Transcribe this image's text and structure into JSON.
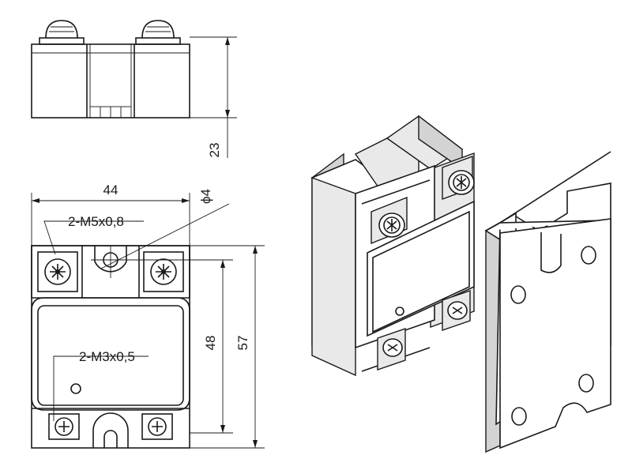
{
  "dimensions": {
    "height_side": "23",
    "width": "44",
    "hole_diameter": "ϕ4",
    "inner_height": "48",
    "outer_height": "57"
  },
  "labels": {
    "main_terminals": "2-M5x0,8",
    "control_terminals": "2-M3x0,5"
  },
  "icons": [
    "screw-icon",
    "relay-3d-icon",
    "mounting-bracket-icon"
  ]
}
